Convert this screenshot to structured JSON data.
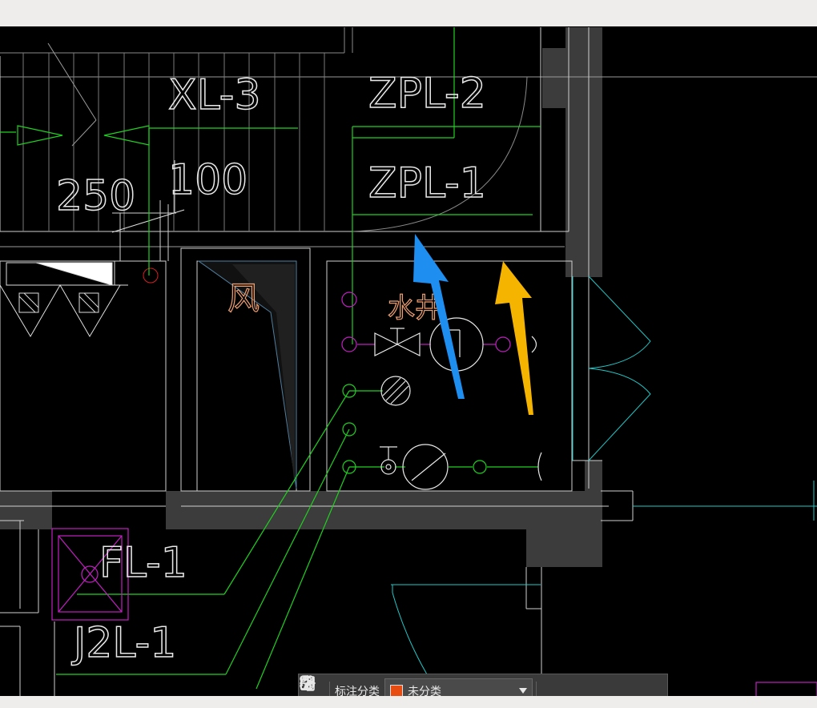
{
  "cad": {
    "labels": {
      "xl3": "XL-3",
      "zpl2": "ZPL-2",
      "zpl1": "ZPL-1",
      "dim250": "250",
      "dim100": "100",
      "feng": "风",
      "shuijing": "水井",
      "fl1": "FL-1",
      "j2l1": "J2L-1"
    },
    "colors": {
      "background": "#000000",
      "green": "#20d020",
      "magenta": "#c020c0",
      "cyan": "#20c8c8",
      "orange": "#f0a070",
      "wall": "#3c3c3c",
      "white": "#e8e8e8",
      "blue_arrow": "#1e8ff0",
      "yellow_arrow": "#f5b400"
    }
  },
  "toolbar": {
    "grid_icon": "grid-icon",
    "category_label": "标注分类",
    "category_value": "未分类",
    "category_color": "#e84c10",
    "edit_icon": "edit-icon",
    "move_icon": "move-icon",
    "copy_icon": "copy-icon",
    "paste_icon": "paste-icon"
  }
}
